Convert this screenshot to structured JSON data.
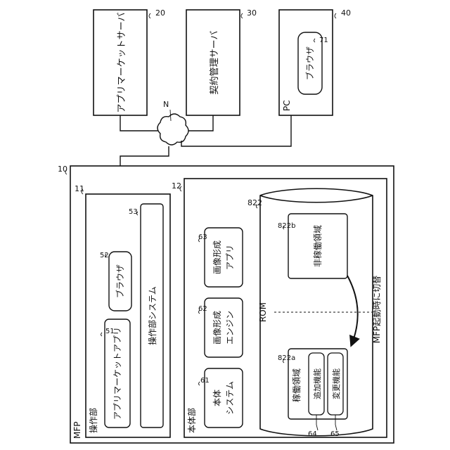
{
  "refs": {
    "app_market_server": "20",
    "contract_server": "30",
    "pc": "40",
    "browser_pc": "71",
    "network": "N",
    "mfp": "10",
    "operation_unit": "11",
    "main_body": "12",
    "app_market_app": "51",
    "browser_op": "52",
    "op_system": "53",
    "main_system": "61",
    "image_engine": "62",
    "image_app": "63",
    "rom": "822",
    "active_area": "822a",
    "inactive_area": "822b",
    "additional_function": "64",
    "changed_function": "65"
  },
  "labels": {
    "app_market_server": "アプリマーケットサーバ",
    "contract_server": "契約管理サーバ",
    "pc": "PC",
    "browser_pc": "ブラウザ",
    "mfp": "MFP",
    "operation_unit": "操作部",
    "main_body": "本体部",
    "app_market_app": "アプリマーケットアプリ",
    "browser_op": "ブラウザ",
    "op_system": "操作部システム",
    "main_system_1": "本体",
    "main_system_2": "システム",
    "image_engine_1": "画像形成",
    "image_engine_2": "エンジン",
    "image_app_1": "画像形成",
    "image_app_2": "アプリ",
    "rom": "ROM",
    "active_area": "稼働領域",
    "inactive_area": "非稼働領域",
    "additional_function": "追加機能",
    "changed_function": "変更機能",
    "switch_note": "MFP起動時に切替"
  }
}
